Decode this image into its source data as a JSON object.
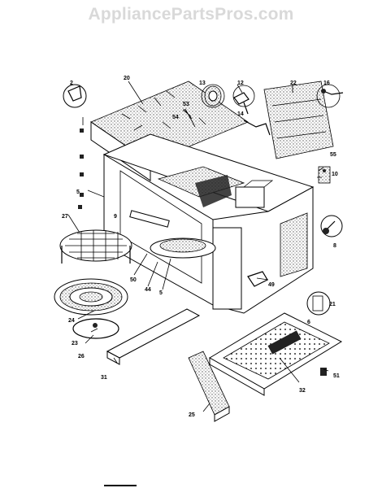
{
  "watermark": "AppliancePartsPros.com",
  "part_labels": {
    "p2": "2",
    "p20": "20",
    "p13": "13",
    "p12": "12",
    "p22": "22",
    "p16": "16",
    "p53": "53",
    "p54": "54",
    "p14": "14",
    "p55": "55",
    "p10": "10",
    "p8a": "8",
    "p5a": "5",
    "p27": "27",
    "p9": "9",
    "p50": "50",
    "p44": "44",
    "p5b": "5",
    "p49": "49",
    "p21": "21",
    "p6": "6",
    "p24": "24",
    "p23": "23",
    "p26": "26",
    "p31": "31",
    "p32": "32",
    "p25": "25",
    "p51": "51"
  }
}
